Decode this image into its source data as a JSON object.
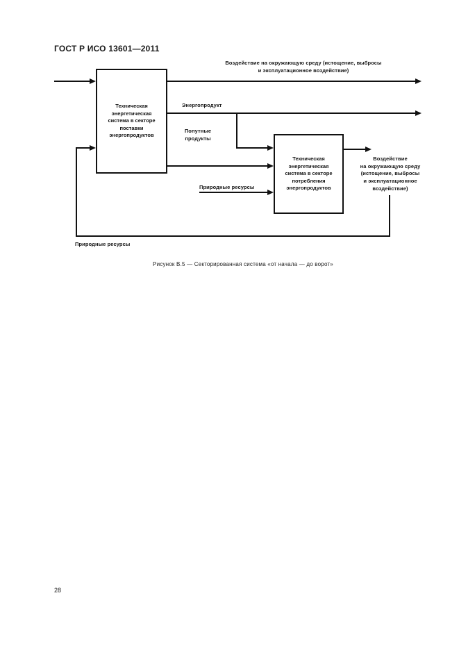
{
  "page": {
    "header_title": "ГОСТ Р ИСО 13601—2011",
    "page_number": "28"
  },
  "figure": {
    "caption": "Рисунок В.5 — Секторированная система «от начала — до ворот»",
    "ink_color": "#111111",
    "supply_box_label": "Техническая\nэнергетическая\nсистема в секторе\nпоставки\nэнергопродуктов",
    "consumption_box_label": "Техническая\nэнергетическая\nсистема в секторе\nпотребления\nэнергопродуктов",
    "impact_top_label": "Воздействие на окружающую среду (истощение, выбросы\nи эксплуатационное воздействие)",
    "energy_product_label": "Энергопродукт",
    "byproducts_label": "Попутные\nпродукты",
    "natural_resources_input_label": "Природные ресурсы",
    "impact_right_label": "Воздействие\nна окружающую среду\n(истощение, выбросы\nи эксплуатационное\nвоздействие)",
    "natural_resources_feedback_label": "Природные ресурсы"
  }
}
